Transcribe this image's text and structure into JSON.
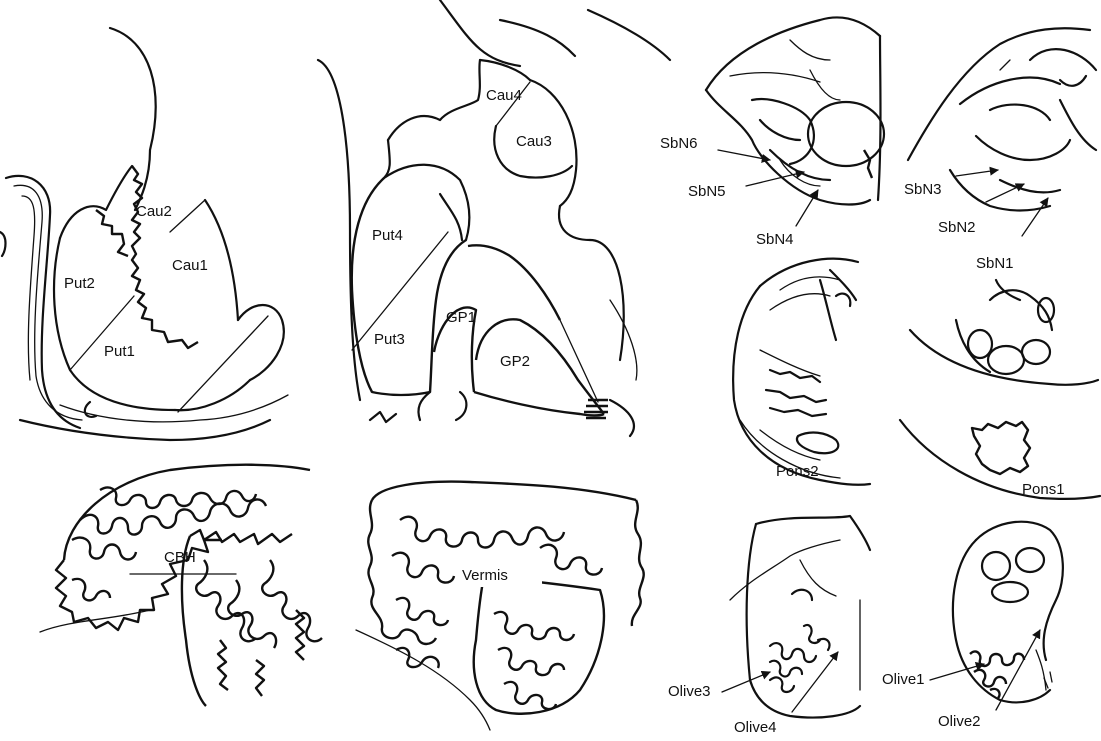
{
  "labels": {
    "cau1": "Cau1",
    "cau2": "Cau2",
    "put1": "Put1",
    "put2": "Put2",
    "cau3": "Cau3",
    "cau4": "Cau4",
    "put3": "Put3",
    "put4": "Put4",
    "gp1": "GP1",
    "gp2": "GP2",
    "sbn1": "SbN1",
    "sbn2": "SbN2",
    "sbn3": "SbN3",
    "sbn4": "SbN4",
    "sbn5": "SbN5",
    "sbn6": "SbN6",
    "pons1": "Pons1",
    "pons2": "Pons2",
    "cbh": "CBH",
    "vermis": "Vermis",
    "olive1": "Olive1",
    "olive2": "Olive2",
    "olive3": "Olive3",
    "olive4": "Olive4"
  },
  "colors": {
    "ink": "#111111",
    "background": "#ffffff"
  }
}
